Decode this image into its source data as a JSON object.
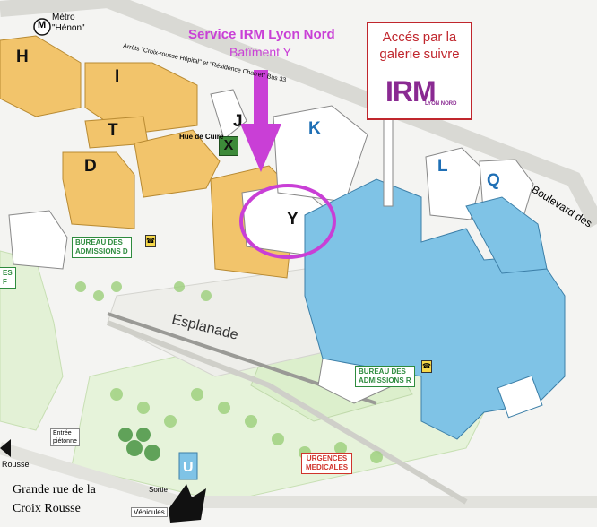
{
  "header": {
    "service_title": "Service IRM Lyon Nord",
    "building_subtitle": "Batîment Y"
  },
  "access_box": {
    "line1": "Accés par la",
    "line2": "galerie suivre",
    "logo_text": "IRM",
    "logo_subtext": "LYON NORD",
    "border_color": "#c0262d",
    "logo_color": "#8a2a92"
  },
  "metro": {
    "name": "Métro",
    "station": "\"Hénon\"",
    "icon": "metro-m-icon"
  },
  "stops_text": "Arrêts \"Croix-rousse Hôpital\" et \"Résidence Charret\" Bus 33",
  "streets": {
    "hue_de_cuire": "Hue de Cuire",
    "boulevard": "Boulevard des",
    "grande_rue_line1": "Grande rue de la",
    "grande_rue_line2": "Croix Rousse",
    "rousse_short": "Rousse"
  },
  "buildings": {
    "H": "H",
    "I": "I",
    "T": "T",
    "D": "D",
    "J": "J",
    "X": "X",
    "K": "K",
    "Y": "Y",
    "L": "L",
    "Q": "Q",
    "U": "U"
  },
  "areas": {
    "esplanade": "Esplanade"
  },
  "signs": {
    "bureau_admissions_d_line1": "BUREAU DES",
    "bureau_admissions_d_line2": "ADMISSIONS D",
    "bureau_admissions_r_line1": "BUREAU DES",
    "bureau_admissions_r_line2": "ADMISSIONS R",
    "urgences_line1": "URGENCES",
    "urgences_line2": "MEDICALES",
    "left_sign_line1": "ES",
    "left_sign_line2": "F"
  },
  "small_labels": {
    "entree_line1": "Entrée",
    "entree_line2": "piétonne",
    "sortie": "Sortie",
    "vehicules": "Véhicules"
  },
  "colors": {
    "highlight_purple": "#c93fd6",
    "building_yellow": "#f2c46b",
    "building_blue": "#7fc3e6",
    "building_white": "#ffffff",
    "label_blue": "#1f6fb5",
    "green": "#2e8b3e"
  }
}
